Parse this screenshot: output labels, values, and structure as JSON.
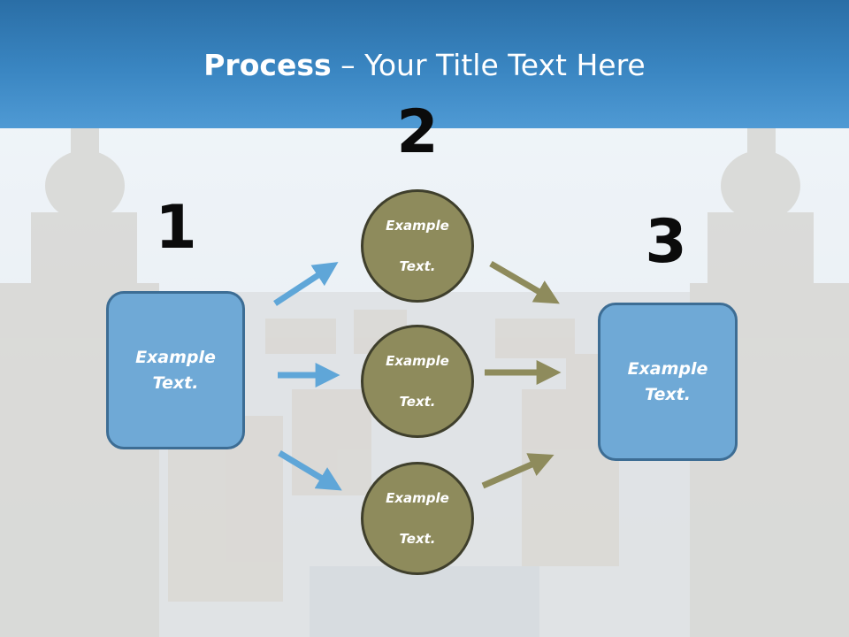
{
  "title": {
    "bold": "Process",
    "rest": " – Your Title Text Here"
  },
  "steps": {
    "one": "1",
    "two": "2",
    "three": "3"
  },
  "left_box": {
    "line1": "Example",
    "line2": "Text."
  },
  "right_box": {
    "line1": "Example",
    "line2": "Text."
  },
  "circles": [
    {
      "line1": "Example",
      "line2": "Text."
    },
    {
      "line1": "Example",
      "line2": "Text."
    },
    {
      "line1": "Example",
      "line2": "Text."
    }
  ],
  "colors": {
    "header": "#3a86c2",
    "box_fill": "#6fa9d6",
    "box_border": "#3d6d94",
    "circle_fill": "#8e8b5c",
    "circle_border": "#3f3f2c",
    "blue_arrow": "#5fa6d8",
    "olive_arrow": "#8e8b5c"
  }
}
